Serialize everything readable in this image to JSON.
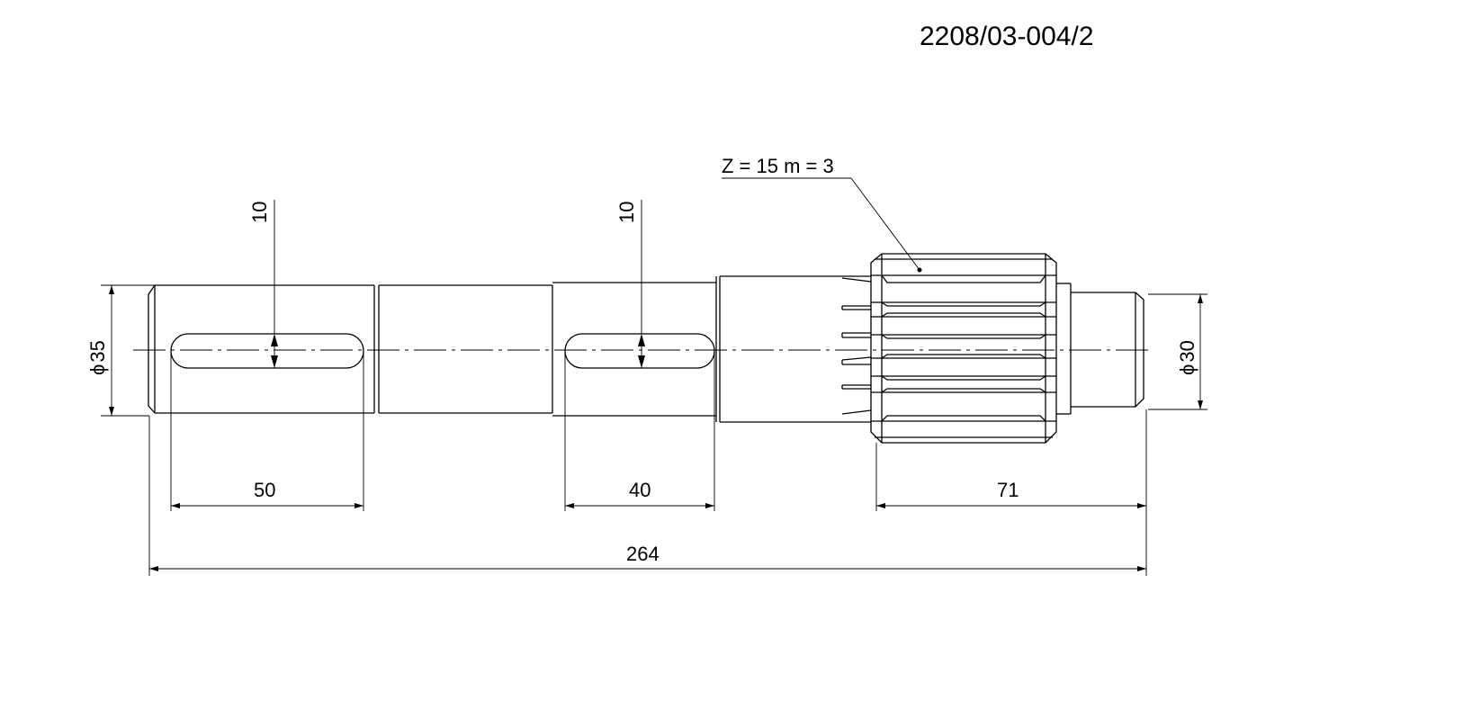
{
  "drawing_number": "2208/03-004/2",
  "gear_label": "Z = 15 m = 3",
  "dimensions": {
    "keyway1_width": "10",
    "keyway2_width": "10",
    "keyway1_length": "50",
    "keyway2_length": "40",
    "gear_to_end": "71",
    "overall_length": "264",
    "left_diameter": "35",
    "right_diameter": "30"
  },
  "diameter_symbol": "ϕ"
}
